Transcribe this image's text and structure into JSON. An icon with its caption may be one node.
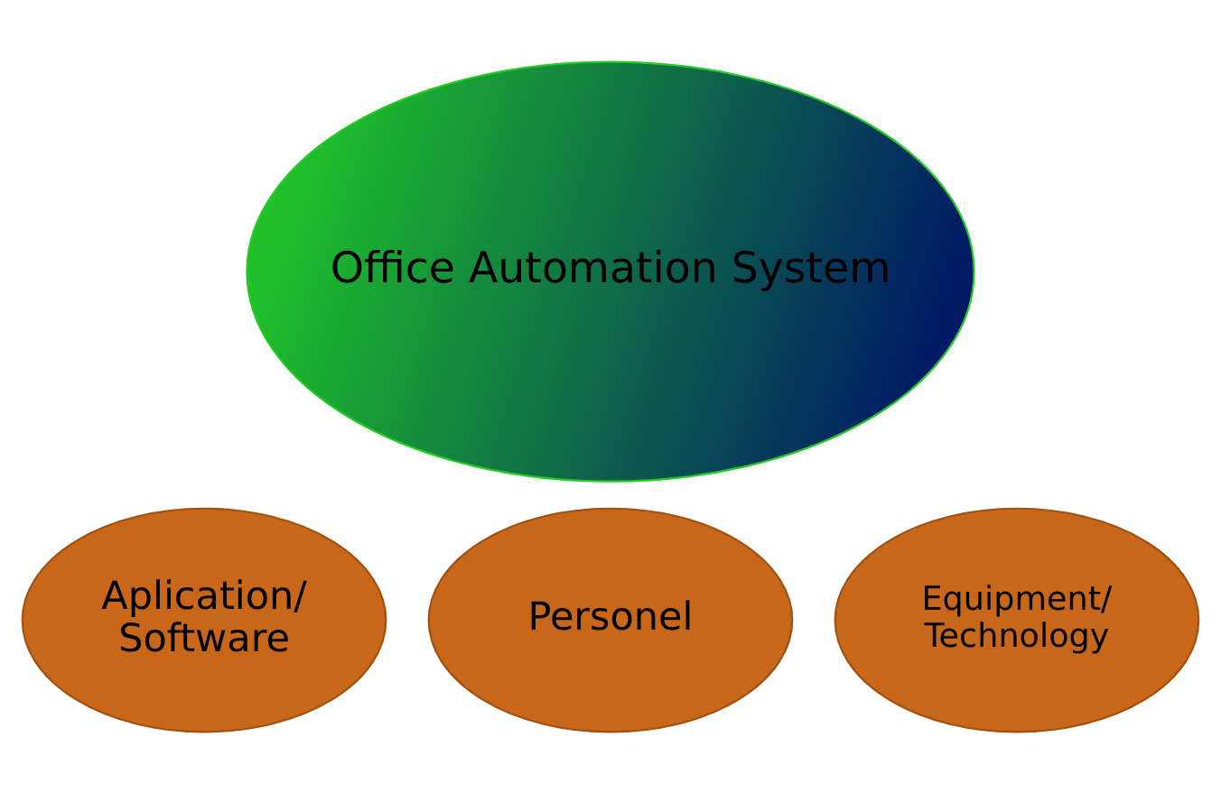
{
  "diagram": {
    "nodes": [
      {
        "text": [
          "Office Automation System"
        ]
      },
      {
        "text": [
          "Aplication/ Software"
        ]
      },
      {
        "text": [
          "Personel"
        ]
      },
      {
        "text": [
          "Equipment/ Technology"
        ]
      }
    ]
  }
}
